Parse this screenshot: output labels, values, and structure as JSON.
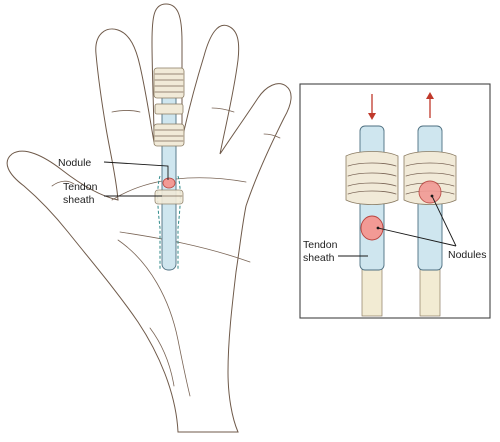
{
  "labels": {
    "nodule": "Nodule",
    "tendon_sheath_line1": "Tendon",
    "tendon_sheath_line2": "sheath",
    "inset_tendon_line1": "Tendon",
    "inset_tendon_line2": "sheath",
    "nodules": "Nodules"
  },
  "colors": {
    "skin": "#f8dcc4",
    "tendon_blue": "#cfe6ef",
    "tendon_stroke": "#4d6f80",
    "pulley": "#f1ead8",
    "pulley_stroke": "#8a7b62",
    "nodule_fill": "#f29a95",
    "nodule_stroke": "#b8433e",
    "arrow_red": "#c0392b",
    "tendon_cream": "#f2ebd3",
    "sheath_dash": "#2f8a8a",
    "inset_frame": "#444444"
  }
}
